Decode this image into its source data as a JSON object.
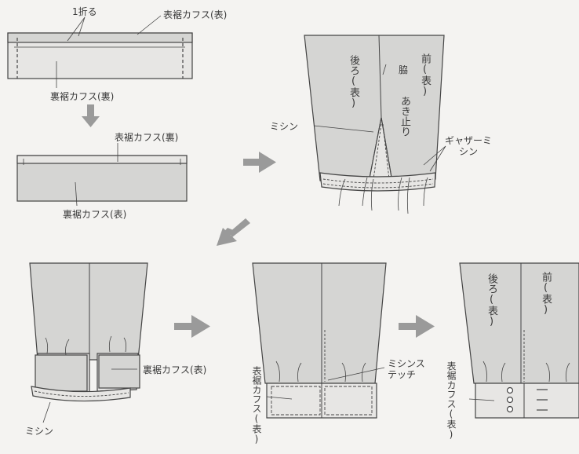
{
  "colors": {
    "fabric": "#d5d5d3",
    "fabric_light": "#e7e6e4",
    "outline": "#444444",
    "arrow": "#9a9a9a",
    "background": "#f4f3f1"
  },
  "step1": {
    "fold_label": "1折る",
    "outer_cuff_front": "表裾カフス(表)",
    "inner_cuff_back": "裏裾カフス(裏)"
  },
  "step2": {
    "outer_cuff_back": "表裾カフス(裏)",
    "inner_cuff_front": "裏裾カフス(表)"
  },
  "step3": {
    "back_label": "後ろ(表)",
    "front_label": "前(表)",
    "side_label": "脇",
    "opening_end": "あき止り",
    "sewing_machine": "ミシン",
    "gather_machine": "ギャザーミシン"
  },
  "step4": {
    "inner_cuff_front": "裏裾カフス(表)",
    "sewing_machine": "ミシン"
  },
  "step5": {
    "outer_cuff_front": "表裾カフス(表)",
    "stitch_label": "ミシンステッチ"
  },
  "step6": {
    "back_label": "後ろ(表)",
    "front_label": "前(表)",
    "outer_cuff_front": "表裾カフス(表)"
  }
}
